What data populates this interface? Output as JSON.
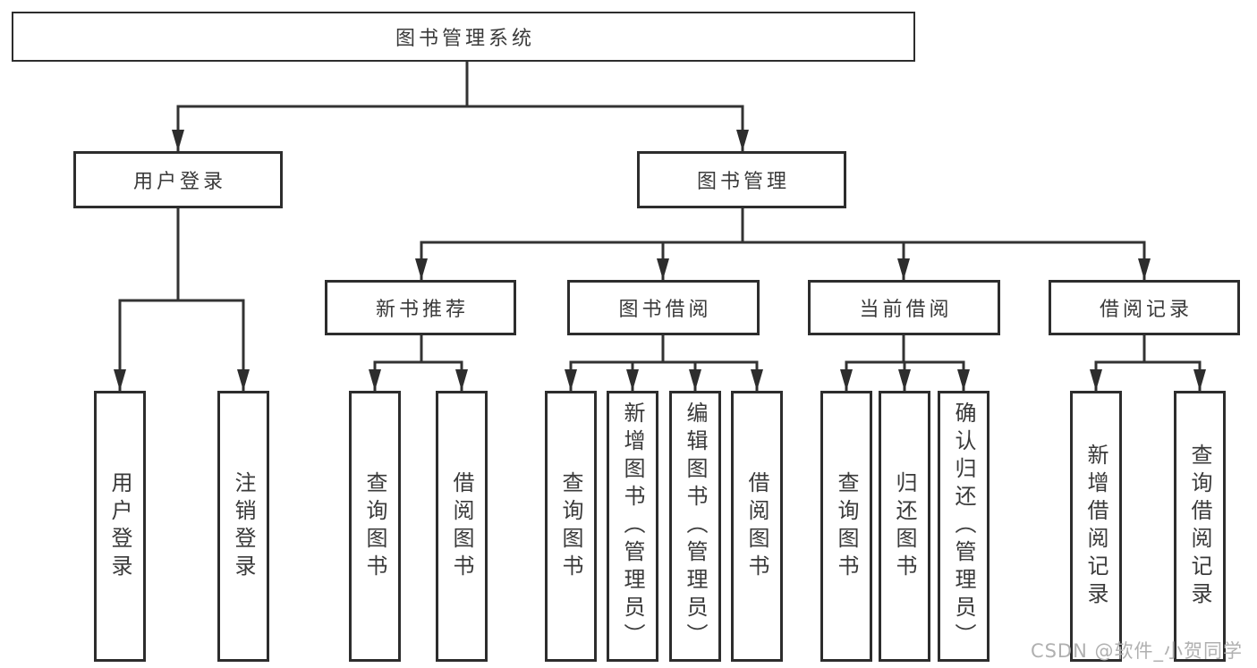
{
  "diagram": {
    "root": {
      "label": "图书管理系统"
    },
    "branches": [
      {
        "label": "用户登录",
        "children": [
          {
            "label": "用户登录"
          },
          {
            "label": "注销登录"
          }
        ]
      },
      {
        "label": "图书管理",
        "children": [
          {
            "label": "新书推荐",
            "children": [
              {
                "label": "查询图书"
              },
              {
                "label": "借阅图书"
              }
            ]
          },
          {
            "label": "图书借阅",
            "children": [
              {
                "label": "查询图书"
              },
              {
                "label": "新增图书（管理员）"
              },
              {
                "label": "编辑图书（管理员）"
              },
              {
                "label": "借阅图书"
              }
            ]
          },
          {
            "label": "当前借阅",
            "children": [
              {
                "label": "查询图书"
              },
              {
                "label": "归还图书"
              },
              {
                "label": "确认归还（管理员）"
              }
            ]
          },
          {
            "label": "借阅记录",
            "children": [
              {
                "label": "新增借阅记录"
              },
              {
                "label": "查询借阅记录"
              }
            ]
          }
        ]
      }
    ]
  },
  "watermark": {
    "text": "CSDN @软件_小贺同学"
  },
  "colors": {
    "line": "#333333",
    "box_border": "#2d2d2d",
    "text": "#3a3a3a",
    "watermark": "#b0b0b0",
    "background": "#ffffff"
  }
}
